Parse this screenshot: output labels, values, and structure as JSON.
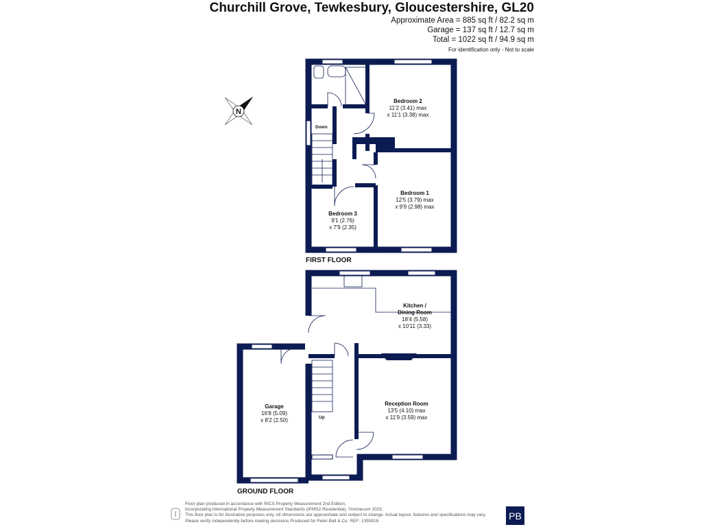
{
  "header": {
    "title": "Churchill Grove, Tewkesbury, Gloucestershire, GL20",
    "approx_area": "Approximate Area = 885 sq ft / 82.2 sq m",
    "garage_area": "Garage = 137 sq ft / 12.7 sq m",
    "total_area": "Total = 1022 sq ft / 94.9 sq m",
    "identification": "For identification only - Not to scale"
  },
  "floors": {
    "first": "FIRST FLOOR",
    "ground": "GROUND FLOOR"
  },
  "rooms": {
    "bedroom2": {
      "name": "Bedroom 2",
      "dim1": "11'2 (3.41) max",
      "dim2": "x 11'1 (3.38) max"
    },
    "bedroom1": {
      "name": "Bedroom 1",
      "dim1": "12'5 (3.79) max",
      "dim2": "x 9'9 (2.98) max"
    },
    "bedroom3": {
      "name": "Bedroom 3",
      "dim1": "9'1 (2.76)",
      "dim2": "x 7'9 (2.35)"
    },
    "kitchen": {
      "name1": "Kitchen /",
      "name2": "Dining Room",
      "dim1": "18'4 (5.58)",
      "dim2": "x 10'11 (3.33)"
    },
    "reception": {
      "name": "Reception Room",
      "dim1": "13'5 (4.10) max",
      "dim2": "x 11'9 (3.59) max"
    },
    "garage": {
      "name": "Garage",
      "dim1": "16'8 (5.09)",
      "dim2": "x 8'2 (2.50)"
    }
  },
  "stairs": {
    "down": "Down",
    "up": "Up"
  },
  "compass": {
    "letter": "N"
  },
  "footer": {
    "line1": "Floor plan produced in accordance with RICS Property Measurement 2nd Edition,",
    "line2": "Incorporating International Property Measurement Standards (IPMS2 Residential). ©nichecom 2025.",
    "line3": "This floor plan is for illustrative purposes only. All dimensions are approximate and subject to change. Actual layout, features and specifications may vary.",
    "line4": "Please verify independently before making decisions Produced for Peter Ball & Co.   REF:  1355918"
  },
  "brand": {
    "logo": "PB"
  },
  "colors": {
    "wall": "#0c1b52",
    "accent": "#0c1b52"
  }
}
